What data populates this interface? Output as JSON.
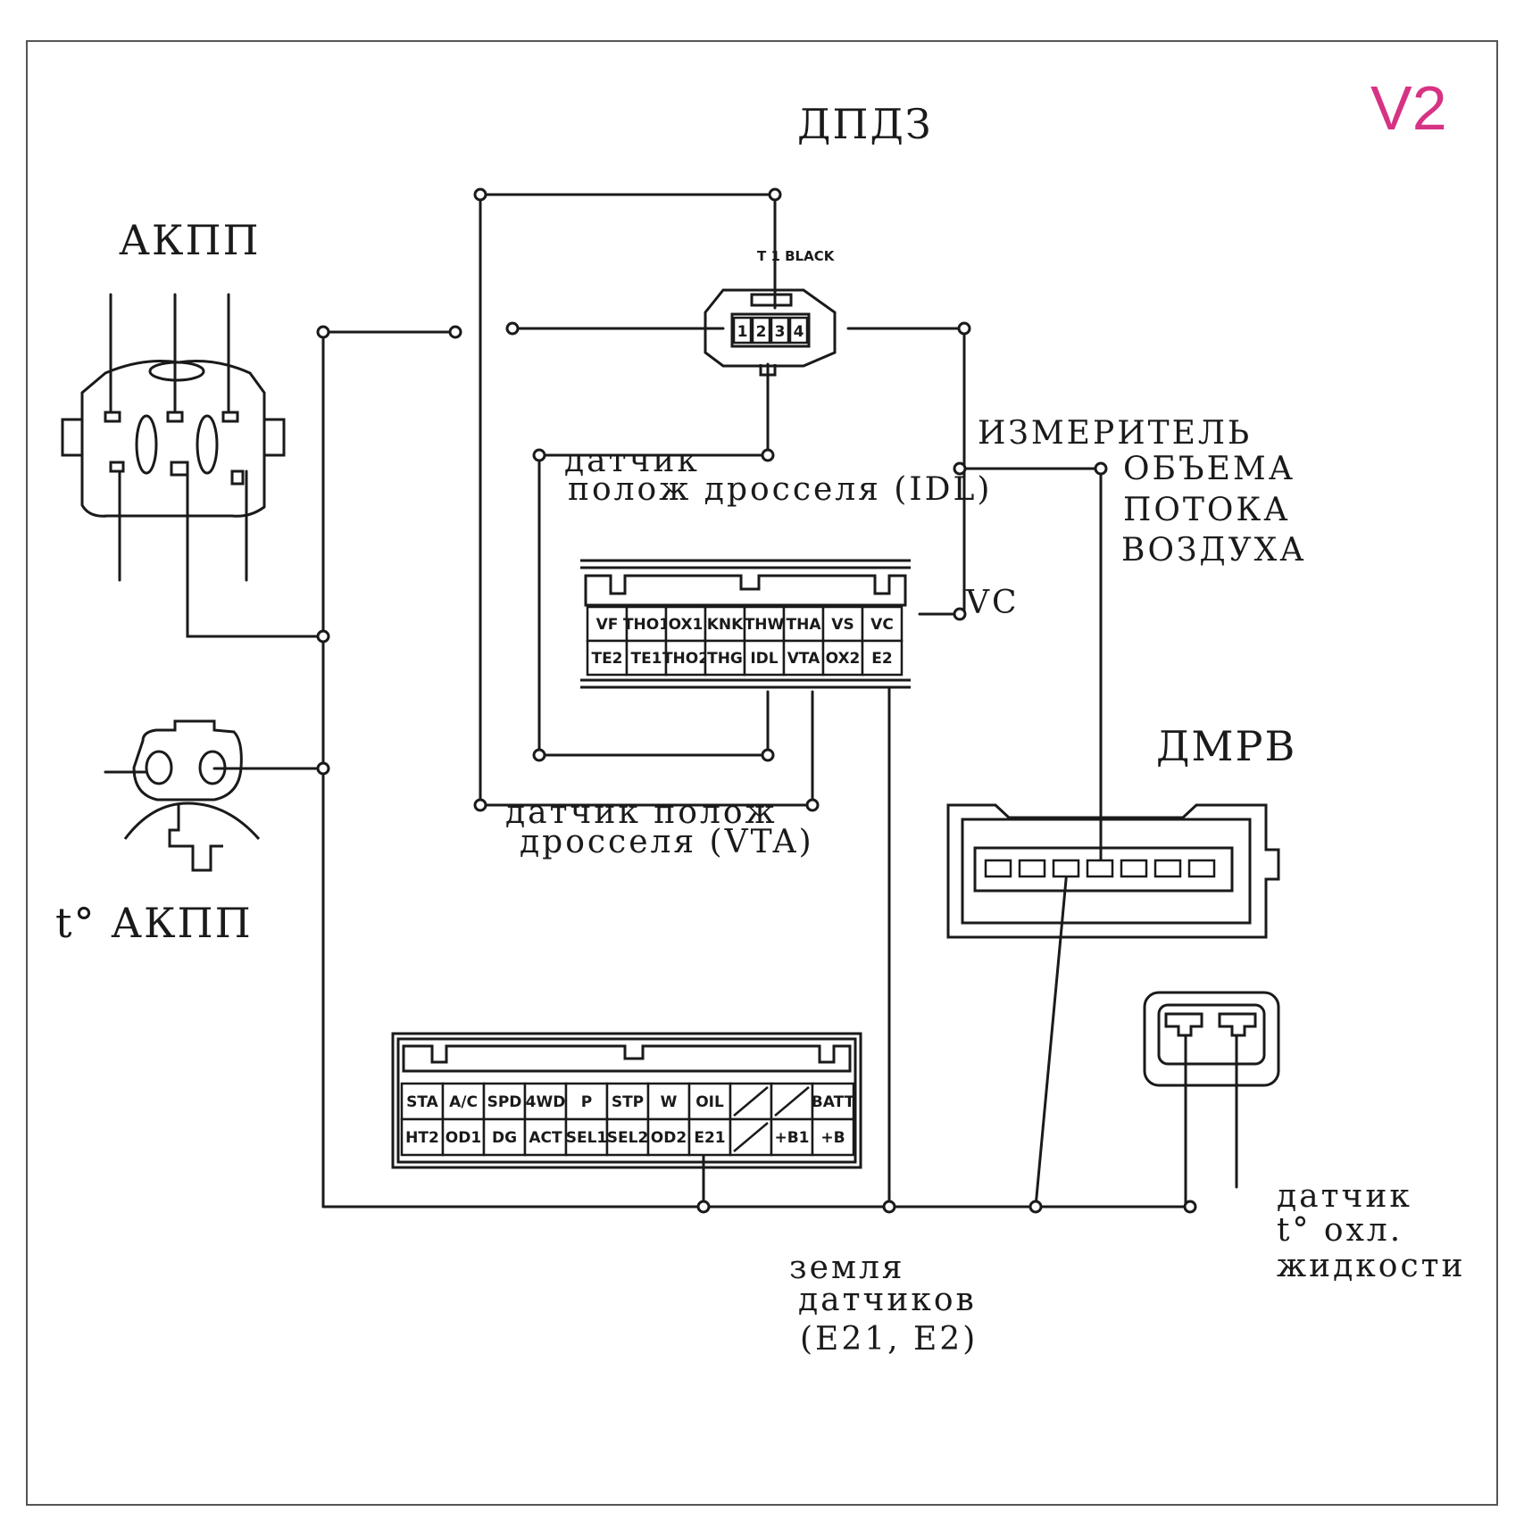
{
  "version_badge": "V2",
  "badge_color": "#d63384",
  "labels": {
    "dpdz": "ДПДЗ",
    "akpp": "АКПП",
    "t_akpp": "t° АКПП",
    "tps_idl_1": "датчик",
    "tps_idl_2": "полож дросселя (IDL)",
    "tps_vta_1": "датчик полож",
    "tps_vta_2": "дросселя (VTA)",
    "maf_1": "ИЗМЕРИТЕЛЬ",
    "maf_2": "ОБЪЕМА",
    "maf_3": "ПОТОКА",
    "maf_4": "ВОЗДУХА",
    "vc": "VC",
    "dmrv": "ДМРВ",
    "ground_1": "земля",
    "ground_2": "датчиков",
    "ground_3": "(E21, E2)",
    "coolant_1": "датчик",
    "coolant_2": "t° охл.",
    "coolant_3": "жидкости",
    "tps_connector": "T 1  BLACK",
    "tps_pins": [
      "1",
      "2",
      "3",
      "4"
    ]
  },
  "ecu_upper": {
    "row1": [
      "VF",
      "THO1",
      "OX1",
      "KNK",
      "THW",
      "THA",
      "VS",
      "VC"
    ],
    "row2": [
      "TE2",
      "TE1",
      "THO2",
      "THG",
      "IDL",
      "VTA",
      "OX2",
      "E2"
    ]
  },
  "ecu_lower": {
    "row1": [
      "STA",
      "A/C",
      "SPD",
      "4WD",
      "P",
      "STP",
      "W",
      "OIL",
      "",
      "",
      "BATT"
    ],
    "row2": [
      "HT2",
      "OD1",
      "DG",
      "ACT",
      "SEL1",
      "SEL2",
      "OD2",
      "E21",
      "",
      "+B1",
      "+B"
    ]
  }
}
